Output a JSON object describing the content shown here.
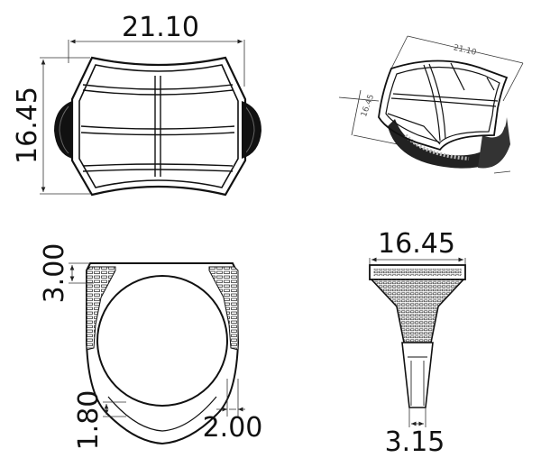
{
  "dimensions": {
    "top_width": "21.10",
    "top_height": "16.45",
    "iso_width": "21.10",
    "iso_height": "16.45",
    "side_top": "3.00",
    "side_bottom_left": "1.80",
    "side_bottom_right": "2.00",
    "front_top": "16.45",
    "front_bottom": "3.15"
  }
}
